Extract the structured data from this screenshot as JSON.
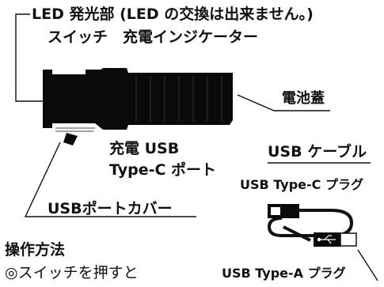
{
  "labels": {
    "led": "LED 発光部 (LED の交換は出来ません。)",
    "switch_indicator": "スイッチ　充電インジケーター",
    "battery_cover": "電池蓋",
    "charge_port_line1": "充電 USB",
    "charge_port_line2": "Type-C ポート",
    "usb_cable_title": "USB ケーブル",
    "usb_c_plug": "USB Type-C プラグ",
    "usb_port_cover": "USBポートカバー",
    "usb_a_plug": "USB Type-A プラグ",
    "operation_heading": "操作方法",
    "operation_line1": "◎スイッチを押すと"
  },
  "icons": [
    "flashlight-illustration",
    "usb-cable-illustration",
    "usb-symbol-icon"
  ],
  "colors": {
    "ink": "#111111",
    "body": "#0a0a0a"
  }
}
